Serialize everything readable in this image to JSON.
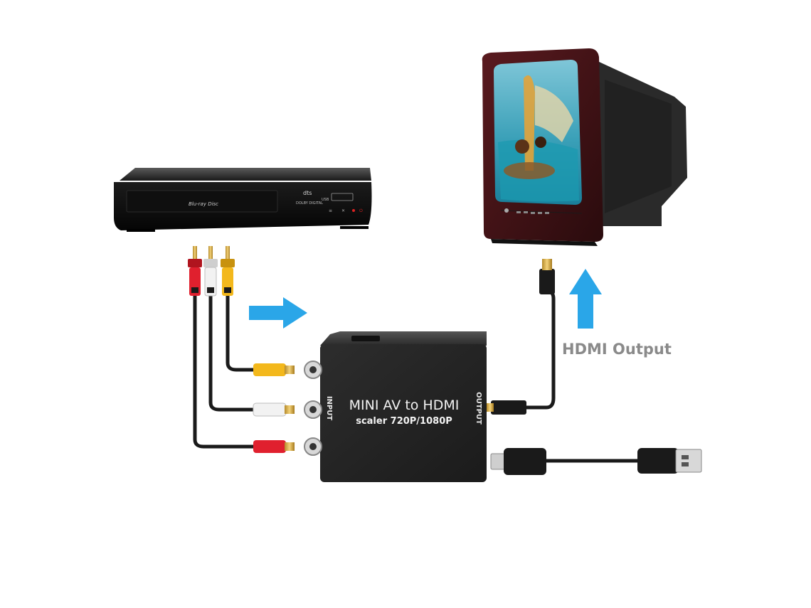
{
  "player": {
    "disc_logo": "Blu-ray Disc",
    "badge_dts": "dts",
    "badge_dolby": "DOLBY DIGITAL",
    "badge_usb": "USB",
    "button_symbols": [
      "≡",
      "✕",
      "⏻"
    ]
  },
  "converter": {
    "title": "MINI AV to HDMI",
    "subtitle": "scaler 720P/1080P",
    "input_label": "INPUT",
    "output_label": "OUTPUT"
  },
  "callout": {
    "hdmi_output": "HDMI Output"
  },
  "colors": {
    "arrow": "#2aa6e8",
    "rca_red": "#e0202e",
    "rca_white": "#f2f2f2",
    "rca_yellow": "#f3b81c",
    "device_body": "#2a2a2a",
    "callout_text": "#8a8a8a",
    "tv_bezel": "#3a1114"
  },
  "icons": [
    "arrow-right-icon",
    "arrow-up-icon"
  ]
}
